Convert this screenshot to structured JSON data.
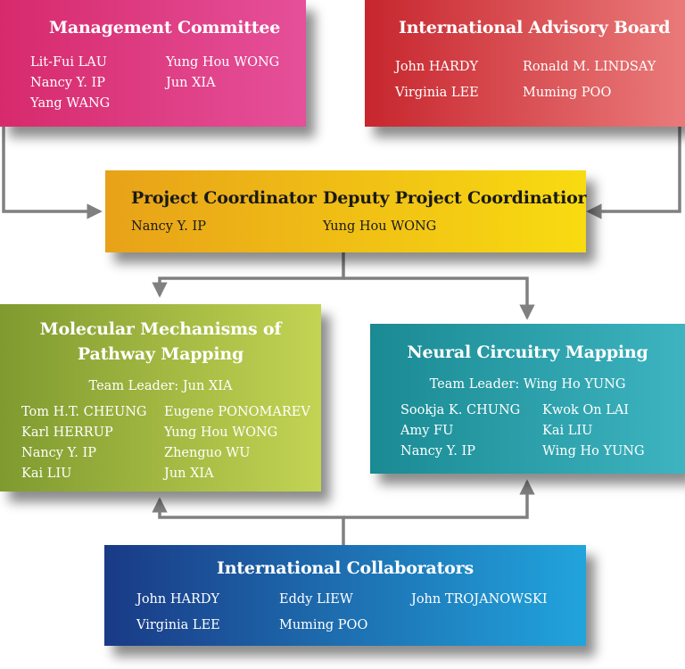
{
  "colors": {
    "management": [
      "#d72a6c",
      "#e5509a"
    ],
    "advisory": [
      "#c7262e",
      "#ea7a7a"
    ],
    "coordinator": [
      "#e8a219",
      "#f8db11"
    ],
    "molecular": [
      "#7f9a2f",
      "#c3d454"
    ],
    "neural": [
      "#1a8a93",
      "#3db4c0"
    ],
    "collaborators": [
      "#1a3a86",
      "#21a4dc"
    ],
    "connector": "#808080"
  },
  "management": {
    "title": "Management Committee",
    "col1": [
      "Lit-Fui LAU",
      "Nancy Y. IP",
      "Yang WANG"
    ],
    "col2": [
      "Yung Hou WONG",
      "Jun XIA"
    ]
  },
  "advisory": {
    "title": "International Advisory Board",
    "col1": [
      "John HARDY",
      "Virginia LEE"
    ],
    "col2": [
      "Ronald M. LINDSAY",
      "Muming POO"
    ]
  },
  "coordinator": {
    "title_left": "Project Coordinator",
    "name_left": "Nancy Y. IP",
    "title_right": "Deputy Project Coordinatior",
    "name_right": "Yung Hou WONG"
  },
  "molecular": {
    "title_line1": "Molecular Mechanisms of",
    "title_line2": "Pathway Mapping",
    "leader": "Team Leader: Jun XIA",
    "col1": [
      "Tom H.T. CHEUNG",
      "Karl HERRUP",
      "Nancy Y. IP",
      "Kai LIU"
    ],
    "col2": [
      "Eugene PONOMAREV",
      "Yung Hou WONG",
      "Zhenguo WU",
      "Jun XIA"
    ]
  },
  "neural": {
    "title": "Neural Circuitry Mapping",
    "leader": "Team Leader: Wing Ho YUNG",
    "col1": [
      "Sookja K. CHUNG",
      "Amy FU",
      "Nancy Y. IP"
    ],
    "col2": [
      "Kwok On LAI",
      "Kai LIU",
      "Wing Ho YUNG"
    ]
  },
  "collaborators": {
    "title": "International Collaborators",
    "col1": [
      "John HARDY",
      "Virginia LEE"
    ],
    "col2": [
      "Eddy LIEW",
      "Muming POO"
    ],
    "col3": [
      "John TROJANOWSKI"
    ]
  }
}
